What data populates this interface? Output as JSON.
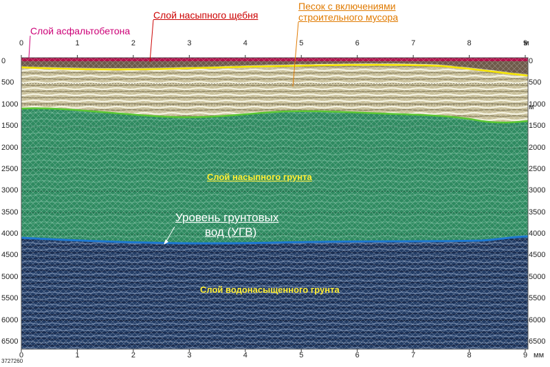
{
  "labels": {
    "asphalt": "Слой асфальтобетона",
    "crushed_stone": "Слой насыпного щебня",
    "sand_line1": "Песок с включениями",
    "sand_line2": "строительного мусора",
    "fill_soil": "Слой насыпного грунта",
    "gwl_line1": "Уровень грунтовых",
    "gwl_line2": "вод (УГВ)",
    "saturated": "Слой водонасыщенного грунта",
    "file_id": "3727260"
  },
  "axes": {
    "x_ticks": [
      "0",
      "1",
      "2",
      "3",
      "4",
      "5",
      "6",
      "7",
      "8",
      "9"
    ],
    "x_unit_top": "м",
    "x_unit_bottom": "мм",
    "y_ticks": [
      "0",
      "500",
      "1000",
      "1500",
      "2000",
      "2500",
      "3000",
      "3500",
      "4000",
      "4500",
      "5000",
      "5500",
      "6000",
      "6500"
    ],
    "y_unit_right": "м"
  },
  "colors": {
    "asphalt": "#b0104a",
    "crushed_stone_label": "#cc0000",
    "sand_label": "#e07a00",
    "asphalt_label": "#cc0077",
    "sand_line": "#f5e400",
    "fill_top_line": "#5ac832",
    "gwl_line": "#1e78d0",
    "fill_soil": "#2e8a60",
    "saturated": "#233d66",
    "sand": "#c8bf99",
    "fill_label": "#ffee33",
    "saturated_label": "#ffee33"
  }
}
